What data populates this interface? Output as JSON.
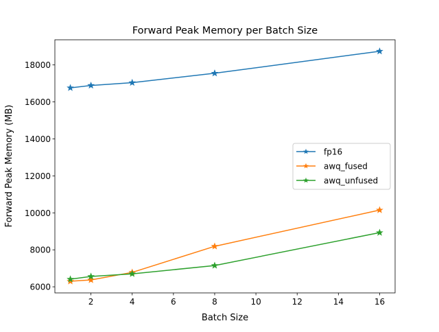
{
  "chart_data": {
    "type": "line",
    "title": "Forward Peak Memory per Batch Size",
    "xlabel": "Batch Size",
    "ylabel": "Forward Peak Memory (MB)",
    "xlim": [
      0.25,
      16.75
    ],
    "ylim": [
      5670,
      19360
    ],
    "xticks": [
      2,
      4,
      6,
      8,
      10,
      12,
      14,
      16
    ],
    "yticks": [
      6000,
      8000,
      10000,
      12000,
      14000,
      16000,
      18000
    ],
    "grid": false,
    "legend_position": "center-right",
    "marker": "star",
    "x": [
      1,
      2,
      4,
      8,
      16
    ],
    "series": [
      {
        "name": "fp16",
        "color": "#1f77b4",
        "values": [
          16760,
          16890,
          17040,
          17550,
          18740
        ]
      },
      {
        "name": "awq_fused",
        "color": "#ff7f0e",
        "values": [
          6300,
          6370,
          6780,
          8190,
          10150
        ]
      },
      {
        "name": "awq_unfused",
        "color": "#2ca02c",
        "values": [
          6410,
          6560,
          6700,
          7150,
          8930
        ]
      }
    ]
  }
}
